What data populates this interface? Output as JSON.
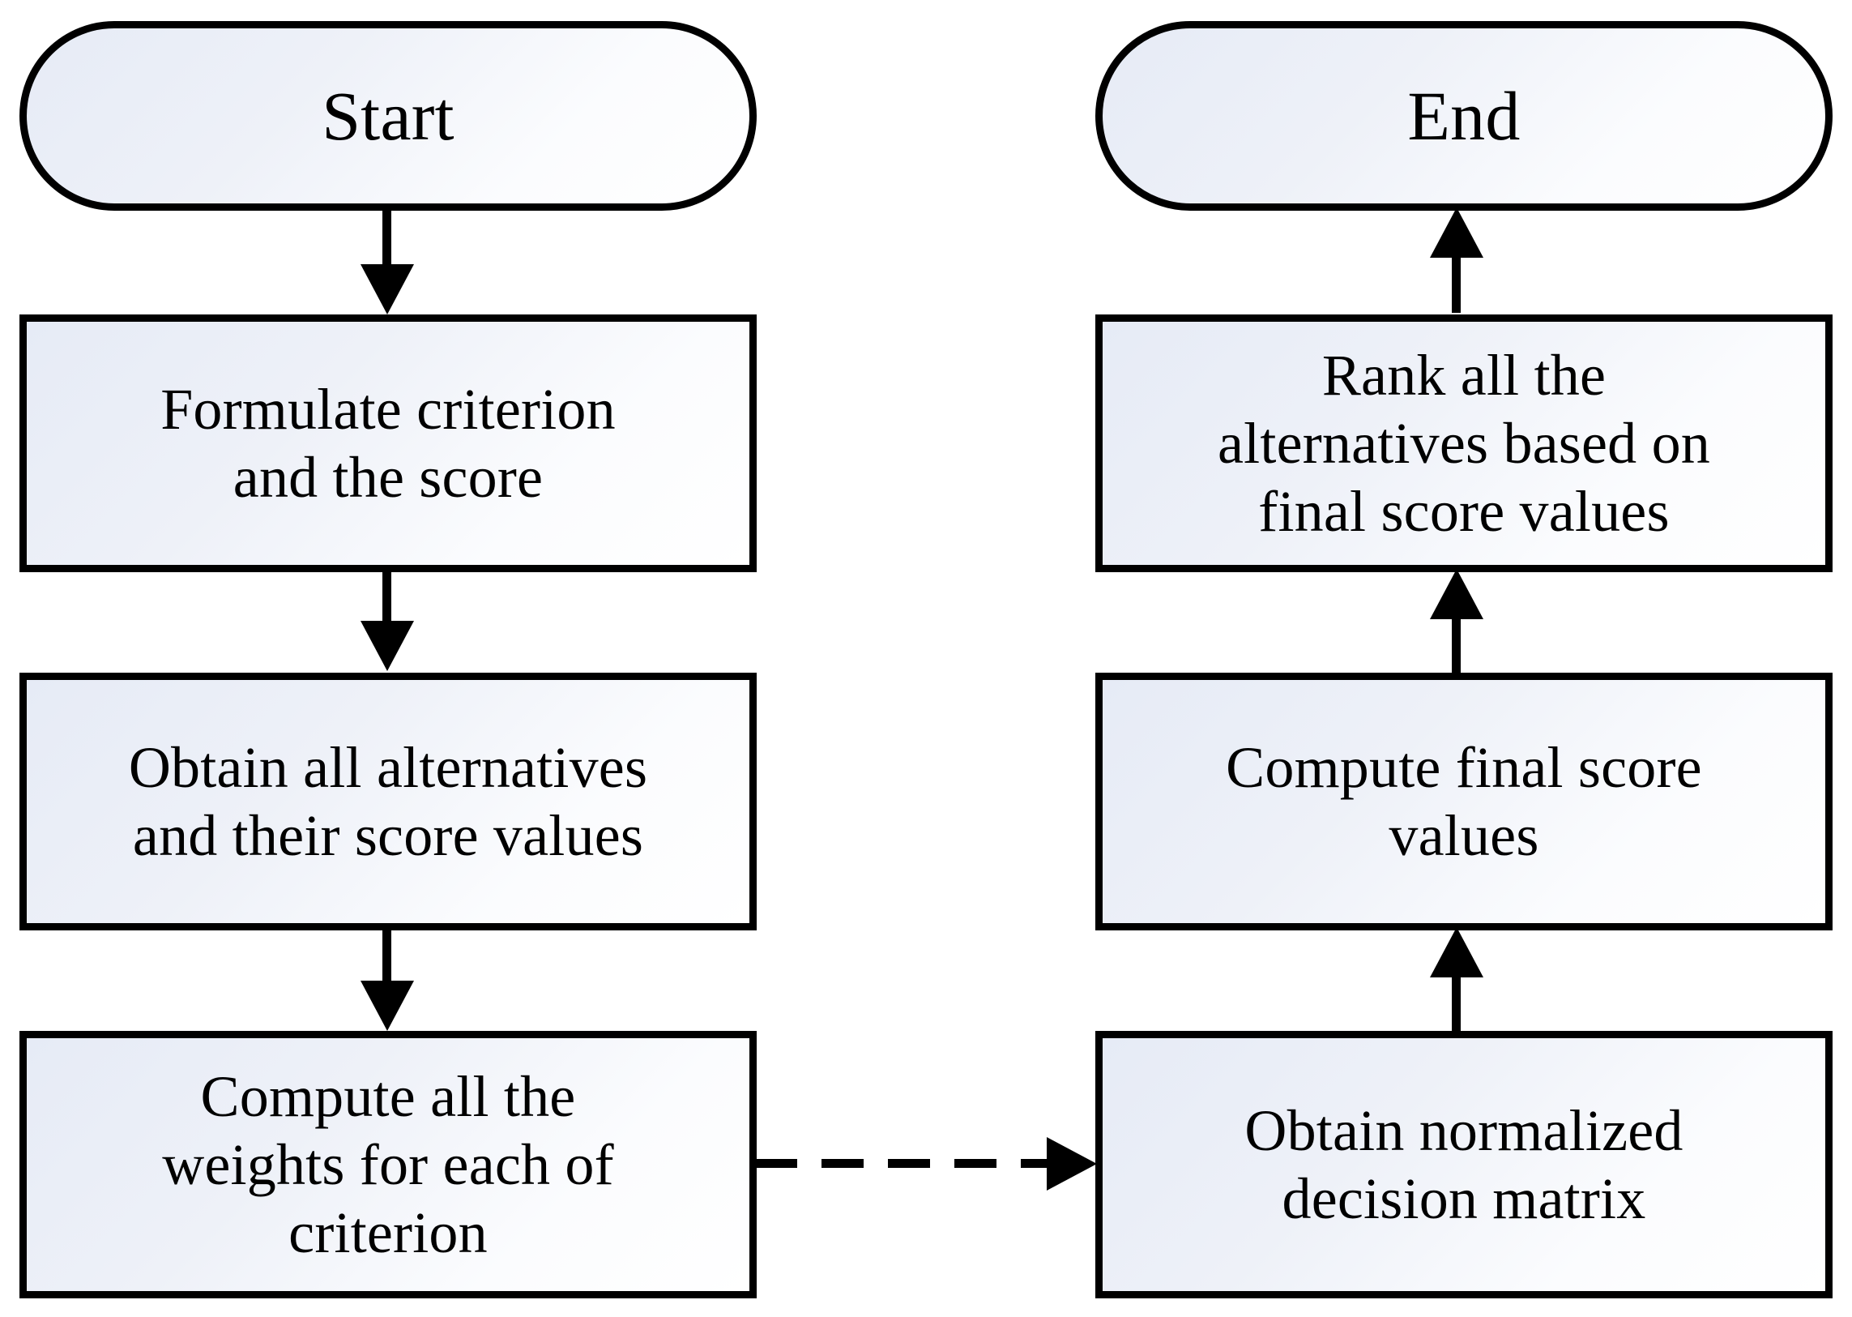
{
  "diagram": {
    "type": "flowchart",
    "title": "",
    "background_color": "#ffffff",
    "stroke_color": "#000000",
    "node_fill_gradient_start": "#e6ebf6",
    "node_fill_gradient_end": "#ffffff",
    "nodes": [
      {
        "id": "start",
        "shape": "terminal",
        "label": "Start",
        "column": "left",
        "row": 0
      },
      {
        "id": "formulate",
        "shape": "process",
        "label": "Formulate criterion\nand the score",
        "column": "left",
        "row": 1
      },
      {
        "id": "obtain-alternatives",
        "shape": "process",
        "label": "Obtain all alternatives\nand their score values",
        "column": "left",
        "row": 2
      },
      {
        "id": "compute-weights",
        "shape": "process",
        "label": "Compute all the\nweights for each of\ncriterion",
        "column": "left",
        "row": 3
      },
      {
        "id": "end",
        "shape": "terminal",
        "label": "End",
        "column": "right",
        "row": 0
      },
      {
        "id": "rank-alternatives",
        "shape": "process",
        "label": "Rank all the\nalternatives based on\nfinal score values",
        "column": "right",
        "row": 1
      },
      {
        "id": "compute-final-score",
        "shape": "process",
        "label": "Compute final score\nvalues",
        "column": "right",
        "row": 2
      },
      {
        "id": "normalized-matrix",
        "shape": "process",
        "label": "Obtain normalized\ndecision matrix",
        "column": "right",
        "row": 3
      }
    ],
    "edges": [
      {
        "id": "e1",
        "from": "start",
        "to": "formulate",
        "style": "solid",
        "direction": "down"
      },
      {
        "id": "e2",
        "from": "formulate",
        "to": "obtain-alternatives",
        "style": "solid",
        "direction": "down"
      },
      {
        "id": "e3",
        "from": "obtain-alternatives",
        "to": "compute-weights",
        "style": "solid",
        "direction": "down"
      },
      {
        "id": "e4",
        "from": "compute-weights",
        "to": "normalized-matrix",
        "style": "dashed",
        "direction": "right"
      },
      {
        "id": "e5",
        "from": "normalized-matrix",
        "to": "compute-final-score",
        "style": "solid",
        "direction": "up"
      },
      {
        "id": "e6",
        "from": "compute-final-score",
        "to": "rank-alternatives",
        "style": "solid",
        "direction": "up"
      },
      {
        "id": "e7",
        "from": "rank-alternatives",
        "to": "end",
        "style": "solid",
        "direction": "up"
      }
    ]
  }
}
